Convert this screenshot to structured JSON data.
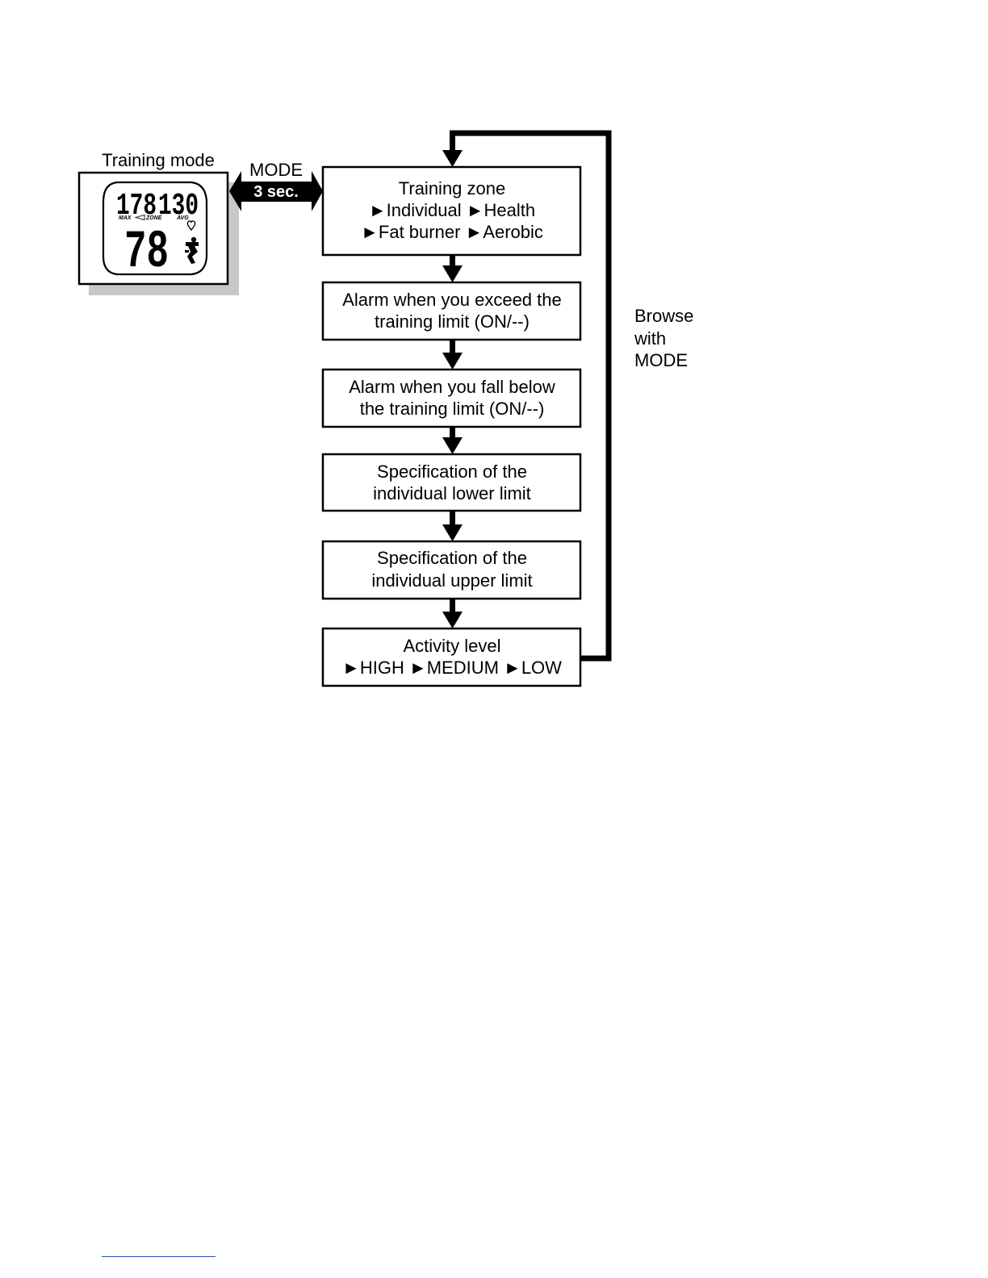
{
  "watch": {
    "title": "Training mode",
    "display": {
      "top_left": "178",
      "top_right": "130",
      "label_max": "MAX",
      "label_zone": "ZONE",
      "label_avg": "AVG",
      "main_value": "78"
    }
  },
  "mode_button": {
    "label": "MODE",
    "hold": "3 sec."
  },
  "boxes": [
    {
      "lines": [
        "Training zone",
        "►Individual ►Health",
        "►Fat burner ►Aerobic"
      ]
    },
    {
      "lines": [
        "Alarm when you exceed the",
        "training limit (ON/--)"
      ]
    },
    {
      "lines": [
        "Alarm when you fall below",
        "the training limit (ON/--)"
      ]
    },
    {
      "lines": [
        "Specification of the",
        "individual lower limit"
      ]
    },
    {
      "lines": [
        "Specification of the",
        "individual upper limit"
      ]
    },
    {
      "lines": [
        "Activity level",
        "►HIGH ►MEDIUM ►LOW"
      ]
    }
  ],
  "loop_label": [
    "Browse",
    "with",
    "MODE"
  ]
}
